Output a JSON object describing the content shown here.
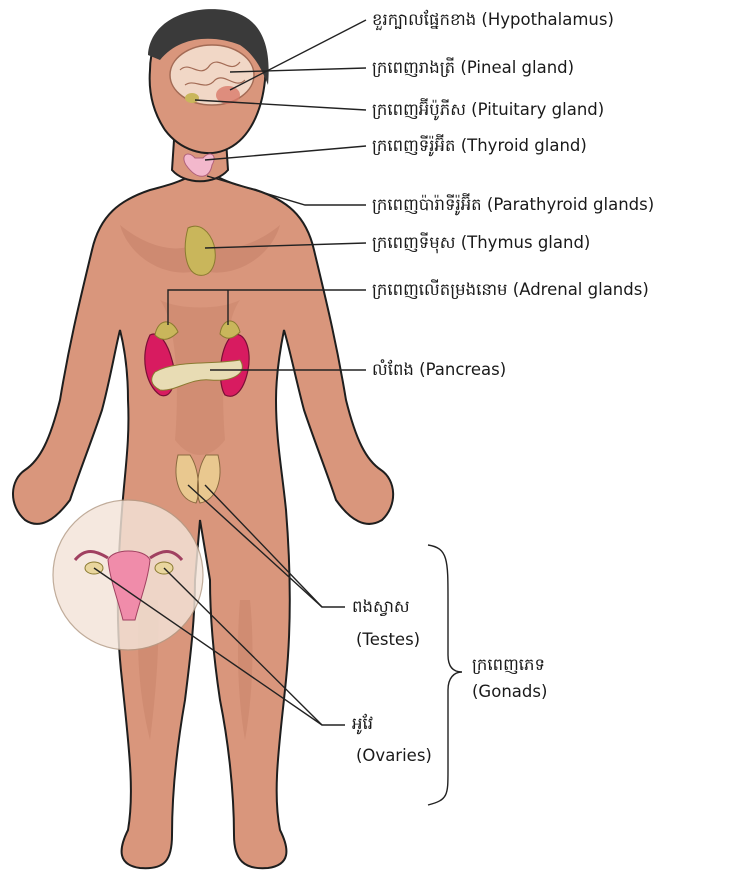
{
  "labels": {
    "hypothalamus": "ខួរក្បាលផ្នែកខាង (Hypothalamus)",
    "pineal": "ក្រពេញរាងត្រី (Pineal gland)",
    "pituitary": "ក្រពេញអ៊ីប៉ូភីស (Pituitary gland)",
    "thyroid": "ក្រពេញទីរ៉ូអ៊ីត (Thyroid gland)",
    "parathyroid": "ក្រពេញប៉ារ៉ាទីរ៉ូអ៊ីត (Parathyroid glands)",
    "thymus": "ក្រពេញទីមុស (Thymus gland)",
    "adrenal": "ក្រពេញលើតម្រងនោម (Adrenal glands)",
    "pancreas": "លំពែង (Pancreas)",
    "testes_km": "ពងស្វាស",
    "testes_en": "(Testes)",
    "ovaries_km": "អូវែ",
    "ovaries_en": "(Ovaries)",
    "gonads_km": "ក្រពេញភេទ",
    "gonads_en": "(Gonads)"
  },
  "colors": {
    "skin": "#d9967c",
    "skin_shadow": "#c27d64",
    "hair": "#3a3a3a",
    "brain": "#f1d7c6",
    "gland_yellow": "#c9b65b",
    "kidney": "#d81b60",
    "thyroid": "#f3b8cc",
    "testes": "#e9c88f",
    "uterus": "#f08caa",
    "leader_line": "#222222"
  }
}
